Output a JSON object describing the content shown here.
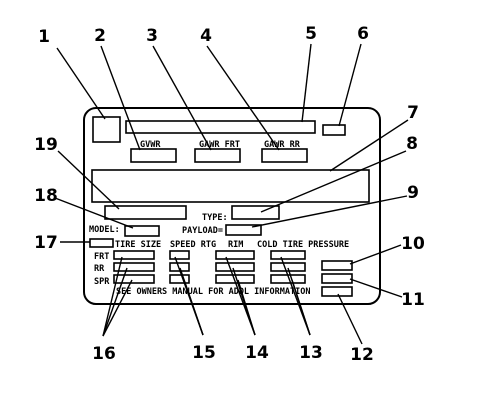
{
  "colors": {
    "stroke": "#000000",
    "background": "#ffffff"
  },
  "placard": {
    "labels": {
      "gvwr": "GVWR",
      "gawr_frt": "GAWR FRT",
      "gawr_rr": "GAWR RR",
      "type": "TYPE:",
      "payload": "PAYLOAD=",
      "model": "MODEL:",
      "tire_size": "TIRE SIZE",
      "speed_rtg": "SPEED RTG",
      "rim": "RIM",
      "cold_tire_pressure": "COLD TIRE PRESSURE",
      "frt": "FRT",
      "rr": "RR",
      "spr": "SPR",
      "footer": "SEE OWNERS MANUAL FOR ADDL INFORMATION"
    }
  },
  "callouts": [
    "1",
    "2",
    "3",
    "4",
    "5",
    "6",
    "7",
    "8",
    "9",
    "10",
    "11",
    "12",
    "13",
    "14",
    "15",
    "16",
    "17",
    "18",
    "19"
  ]
}
